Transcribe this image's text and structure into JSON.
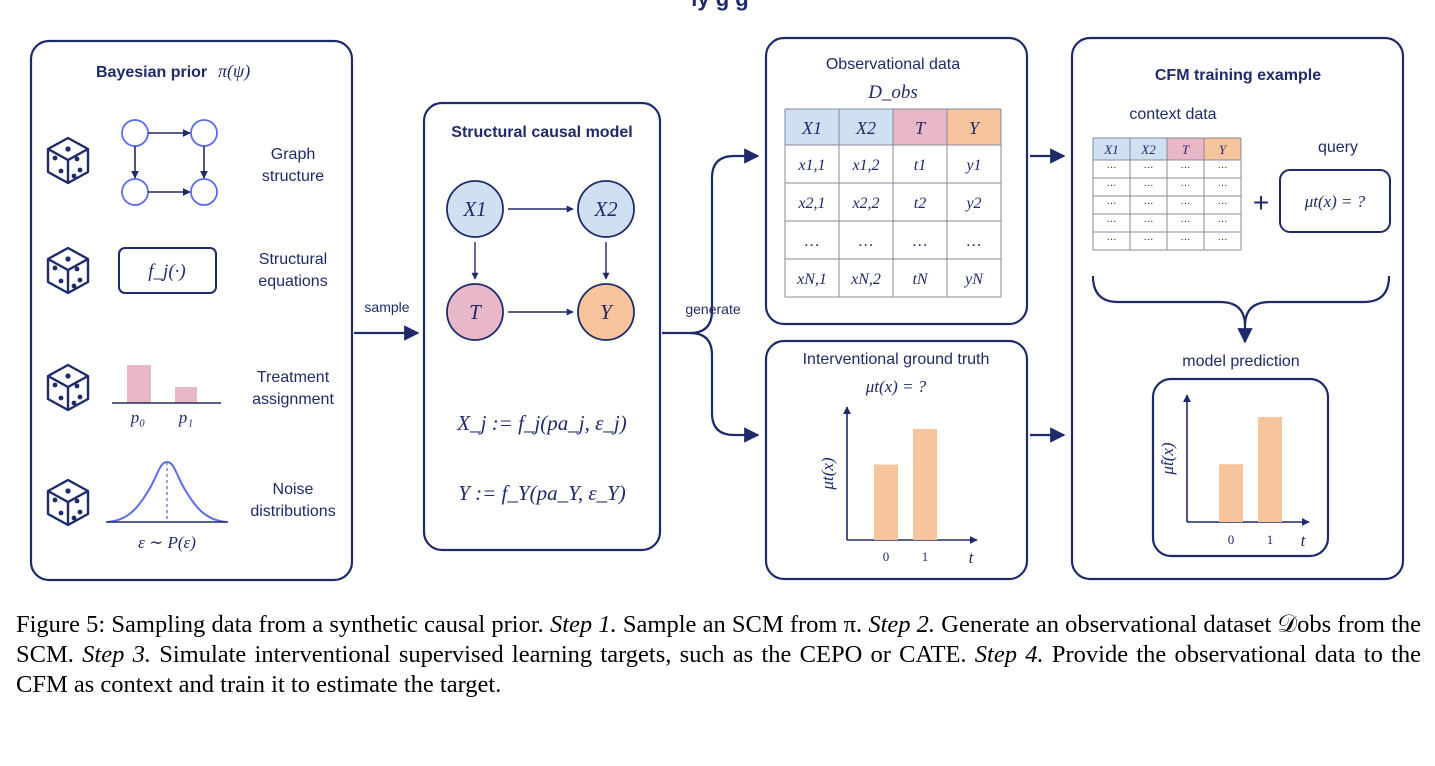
{
  "header": {
    "title_fragment": "ly     g           g"
  },
  "prior_panel": {
    "title": "Bayesian prior",
    "title_math": "π(ψ)",
    "items": [
      {
        "label_line1": "Graph",
        "label_line2": "structure"
      },
      {
        "label_line1": "Structural",
        "label_line2": "equations",
        "box_text": "f_j(·)"
      },
      {
        "label_line1": "Treatment",
        "label_line2": "assignment",
        "bar_labels": [
          "p₀",
          "p₁"
        ],
        "bar_values": [
          1.0,
          0.45
        ]
      },
      {
        "label_line1": "Noise",
        "label_line2": "distributions",
        "formula": "ε ∼ P(ε)"
      }
    ],
    "icon": "dice-icon"
  },
  "arrows": {
    "sample": "sample",
    "generate": "generate"
  },
  "scm_panel": {
    "title": "Structural causal model",
    "nodes": [
      {
        "label": "X1",
        "color": "#cfe0f3"
      },
      {
        "label": "X2",
        "color": "#cfe0f3"
      },
      {
        "label": "T",
        "color": "#e9b8c8"
      },
      {
        "label": "Y",
        "color": "#f7c49b"
      }
    ],
    "eq1": "X_j := f_j(pa_j, ε_j)",
    "eq2": "Y := f_Y(pa_Y, ε_Y)"
  },
  "obs_panel": {
    "title": "Observational data",
    "subtitle": "D_obs",
    "headers": [
      "X1",
      "X2",
      "T",
      "Y"
    ],
    "rows": [
      [
        "x1,1",
        "x1,2",
        "t1",
        "y1"
      ],
      [
        "x2,1",
        "x2,2",
        "t2",
        "y2"
      ],
      [
        "…",
        "…",
        "…",
        "…"
      ],
      [
        "xN,1",
        "xN,2",
        "tN",
        "yN"
      ]
    ]
  },
  "int_panel": {
    "title": "Interventional ground truth",
    "question": "μt(x) = ?",
    "ylabel": "μt(x)",
    "xlabel": "t",
    "chart_data": {
      "type": "bar",
      "categories": [
        "0",
        "1"
      ],
      "values": [
        0.68,
        1.0
      ],
      "ylabel": "μt(x)",
      "xlabel": "t"
    }
  },
  "cfm_panel": {
    "title": "CFM training example",
    "context_label": "context data",
    "query_label": "query",
    "query_text": "μt(x) = ?",
    "plus": "+",
    "context_headers": [
      "X1",
      "X2",
      "T",
      "Y"
    ],
    "context_cell": "···",
    "prediction_label": "model prediction",
    "ylabel": "μ̂t(x)",
    "xlabel": "t",
    "chart_data": {
      "type": "bar",
      "categories": [
        "0",
        "1"
      ],
      "values": [
        0.55,
        1.0
      ],
      "ylabel": "μ̂t(x)",
      "xlabel": "t"
    }
  },
  "colors": {
    "navy": "#1f2a6b",
    "blue_node": "#cfe0f3",
    "pink": "#e9b8c8",
    "orange": "#f7c49b",
    "light_blue": "#5b6cf0"
  },
  "caption": {
    "fig": "Figure 5: Sampling data from a synthetic causal prior.",
    "s1": "Step 1.",
    "t1": "Sample an SCM from π.",
    "s2": "Step 2.",
    "t2": "Generate an observational dataset 𝒟obs from the SCM.",
    "s3": "Step 3.",
    "t3": "Simulate interventional supervised learning targets, such as the CEPO or CATE.",
    "s4": "Step 4.",
    "t4": "Provide the observational data to the CFM as context and train it to estimate the target."
  }
}
